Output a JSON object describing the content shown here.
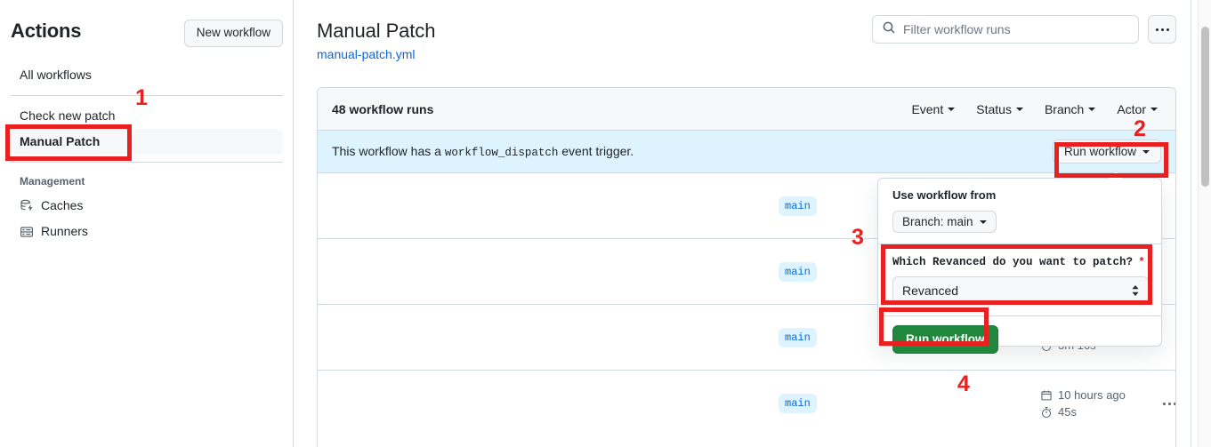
{
  "sidebar": {
    "title": "Actions",
    "new_workflow_label": "New workflow",
    "items": [
      {
        "label": "All workflows",
        "icon": "",
        "selected": false
      },
      {
        "label": "Check new patch",
        "icon": "",
        "selected": false
      },
      {
        "label": "Manual Patch",
        "icon": "",
        "selected": true
      }
    ],
    "management_label": "Management",
    "management_items": [
      {
        "label": "Caches",
        "icon": "cache-icon"
      },
      {
        "label": "Runners",
        "icon": "server-icon"
      }
    ]
  },
  "header": {
    "title": "Manual Patch",
    "file_link": "manual-patch.yml",
    "search_placeholder": "Filter workflow runs",
    "search_value": "",
    "search_icon": "search-icon",
    "kebab_icon": "kebab-horizontal-icon"
  },
  "runs": {
    "count_label": "48 workflow runs",
    "filters": [
      {
        "label": "Event"
      },
      {
        "label": "Status"
      },
      {
        "label": "Branch"
      },
      {
        "label": "Actor"
      }
    ],
    "dispatch_banner": {
      "text_before": "This workflow has a",
      "code": "workflow_dispatch",
      "text_after": "event trigger.",
      "run_button_label": "Run workflow"
    },
    "rows": [
      {
        "branch": "main",
        "time_ago": "",
        "duration": ""
      },
      {
        "branch": "main",
        "time_ago": "",
        "duration": ""
      },
      {
        "branch": "main",
        "time_ago": "",
        "duration": "3m 16s"
      },
      {
        "branch": "main",
        "time_ago": "10 hours ago",
        "duration": "45s"
      }
    ]
  },
  "workflow_panel": {
    "use_workflow_from_label": "Use workflow from",
    "branch_select_label": "Branch: main",
    "input_label": "Which Revanced do you want to patch?",
    "required_marker": "*",
    "input_value": "Revanced",
    "submit_label": "Run workflow"
  },
  "annotations": {
    "numbers": [
      "1",
      "2",
      "3",
      "4"
    ],
    "color": "#e8201f"
  },
  "colors": {
    "accent_blue": "#0969da",
    "banner_blue": "#ddf4ff",
    "green": "#1f883d",
    "tab_orange": "#fd8c73",
    "border": "#d1d9e0"
  }
}
